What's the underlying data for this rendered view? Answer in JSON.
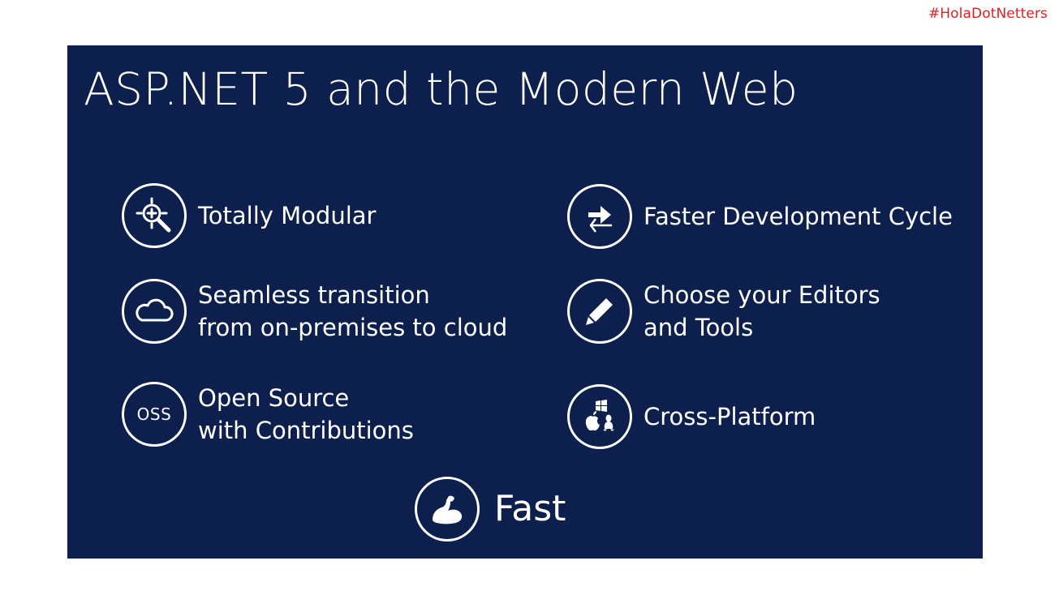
{
  "hashtag": "#HolaDotNetters",
  "slide": {
    "title": "ASP.NET 5 and the Modern Web",
    "features": {
      "modular": {
        "icon": "target-magnifier-icon",
        "line1": "Totally Modular"
      },
      "cloud": {
        "icon": "cloud-icon",
        "line1": "Seamless transition",
        "line2": "from on-premises to cloud"
      },
      "oss": {
        "icon": "oss-badge-icon",
        "badge": "OSS",
        "line1": "Open Source",
        "line2": "with Contributions"
      },
      "devcycle": {
        "icon": "arrows-cycle-icon",
        "line1": "Faster Development Cycle"
      },
      "editors": {
        "icon": "pencil-icon",
        "line1": "Choose your Editors",
        "line2": "and Tools"
      },
      "platform": {
        "icon": "platform-logos-icon",
        "line1": "Cross-Platform"
      },
      "fast": {
        "icon": "flexed-arm-icon",
        "line1": "Fast"
      }
    },
    "colors": {
      "background": "#0c1f4d",
      "text": "#ffffff",
      "hashtag": "#e02020"
    }
  }
}
